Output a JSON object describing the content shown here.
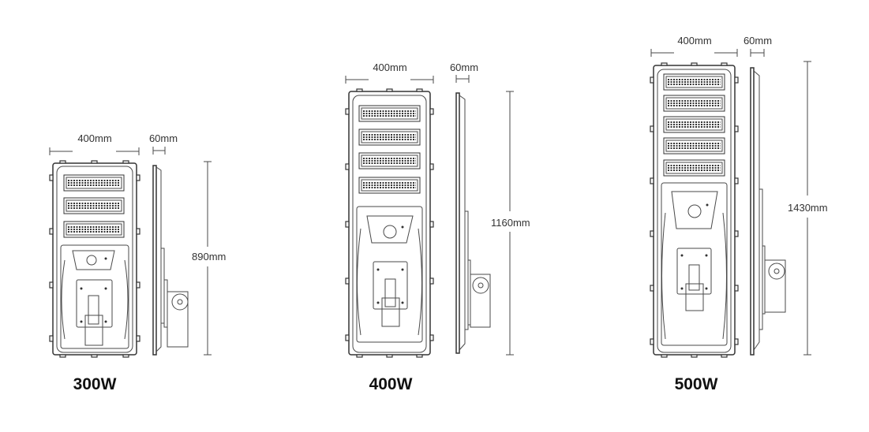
{
  "units": [
    {
      "model": "300W",
      "width_label": "400mm",
      "depth_label": "60mm",
      "height_label": "890mm",
      "led_modules": 3
    },
    {
      "model": "400W",
      "width_label": "400mm",
      "depth_label": "60mm",
      "height_label": "1160mm",
      "led_modules": 4
    },
    {
      "model": "500W",
      "width_label": "400mm",
      "depth_label": "60mm",
      "height_label": "1430mm",
      "led_modules": 5
    }
  ],
  "colors": {
    "line": "#333333",
    "text": "#333333",
    "background": "#ffffff"
  }
}
